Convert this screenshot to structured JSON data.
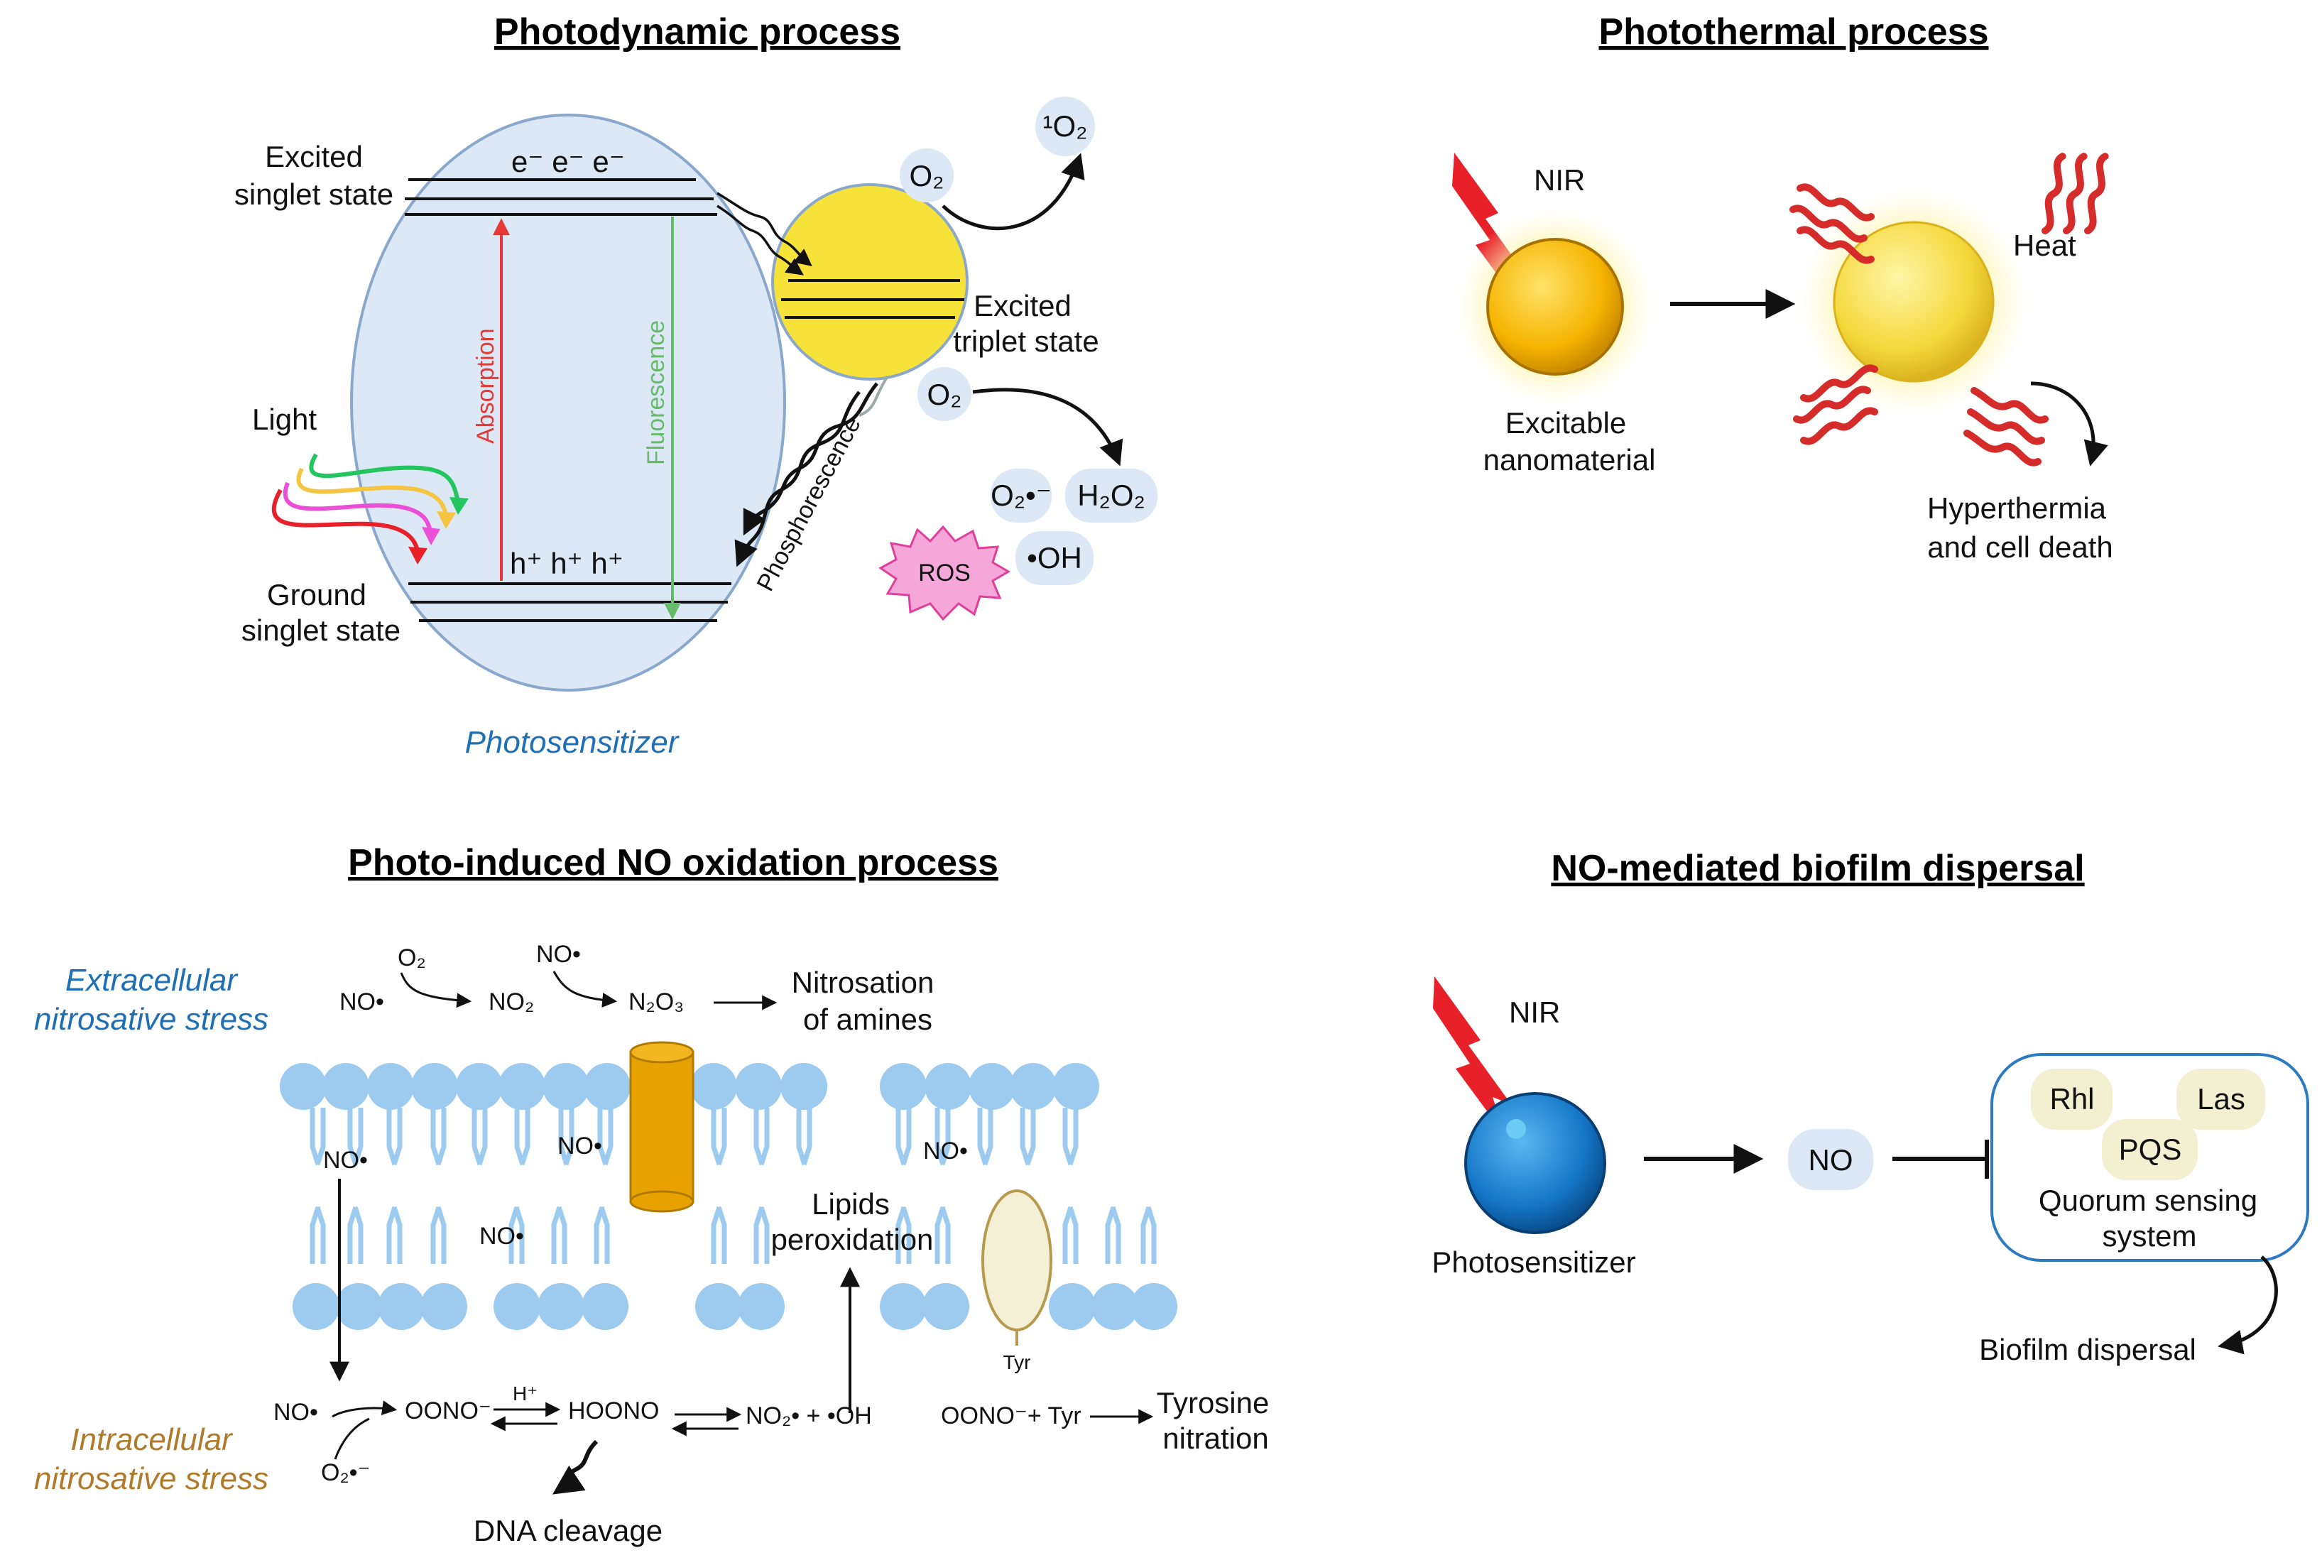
{
  "panels": {
    "photodynamic": {
      "title": "Photodynamic process",
      "excited_singlet": [
        "Excited",
        "singlet state"
      ],
      "ground_singlet": [
        "Ground",
        "singlet state"
      ],
      "excited_triplet": [
        "Excited",
        "triplet state"
      ],
      "light": "Light",
      "absorption": "Absorption",
      "fluorescence": "Fluorescence",
      "phosphorescence": "Phosphorescence",
      "photosensitizer": "Photosensitizer",
      "electrons": "e⁻  e⁻  e⁻",
      "holes": "h⁺  h⁺  h⁺",
      "o2_top": "O₂",
      "singlet_o2": "¹O₂",
      "o2_mid": "O₂",
      "superoxide": "O₂•⁻",
      "h2o2": "H₂O₂",
      "ros": "ROS",
      "hydroxyl": "•OH"
    },
    "photothermal": {
      "title": "Photothermal process",
      "nir": "NIR",
      "heat": "Heat",
      "excitable": [
        "Excitable",
        "nanomaterial"
      ],
      "hyperthermia": [
        "Hyperthermia",
        "and cell death"
      ]
    },
    "no_oxidation": {
      "title": "Photo-induced NO oxidation process",
      "extracellular": [
        "Extracellular",
        "nitrosative stress"
      ],
      "intracellular": [
        "Intracellular",
        "nitrosative stress"
      ],
      "no_radical": "NO•",
      "o2": "O₂",
      "no2": "NO₂",
      "n2o3": "N₂O₃",
      "nitrosation": [
        "Nitrosation",
        "of amines"
      ],
      "lipids": [
        "Lipids",
        "peroxidation"
      ],
      "tyr": "Tyr",
      "oono": "OONO⁻",
      "h_plus": "H⁺",
      "hoono": "HOONO",
      "no2_oh": "NO₂• + •OH",
      "oono_tyr": "OONO⁻+ Tyr",
      "tyrosine": [
        "Tyrosine",
        "nitration"
      ],
      "dna": "DNA cleavage",
      "superoxide": "O₂•⁻"
    },
    "biofilm": {
      "title": "NO-mediated biofilm dispersal",
      "nir": "NIR",
      "photosensitizer": "Photosensitizer",
      "no": "NO",
      "rhl": "Rhl",
      "las": "Las",
      "pqs": "PQS",
      "quorum": [
        "Quorum sensing",
        "system"
      ],
      "dispersal": "Biofilm dispersal"
    }
  },
  "colors": {
    "absorption": "#e53935",
    "fluorescence": "#66bb6a",
    "ps_fill": "#dde8f6",
    "ps_stroke": "#8aa8cc",
    "triplet": "#f7e23a",
    "nir": "#e8202a",
    "heat": "#d62b2b",
    "nanomaterial": "#f5b400",
    "blue_ps": "#0d5fa8",
    "membrane": "#9ccbef",
    "channel": "#e8a200",
    "ros": "#f4a7d8"
  }
}
